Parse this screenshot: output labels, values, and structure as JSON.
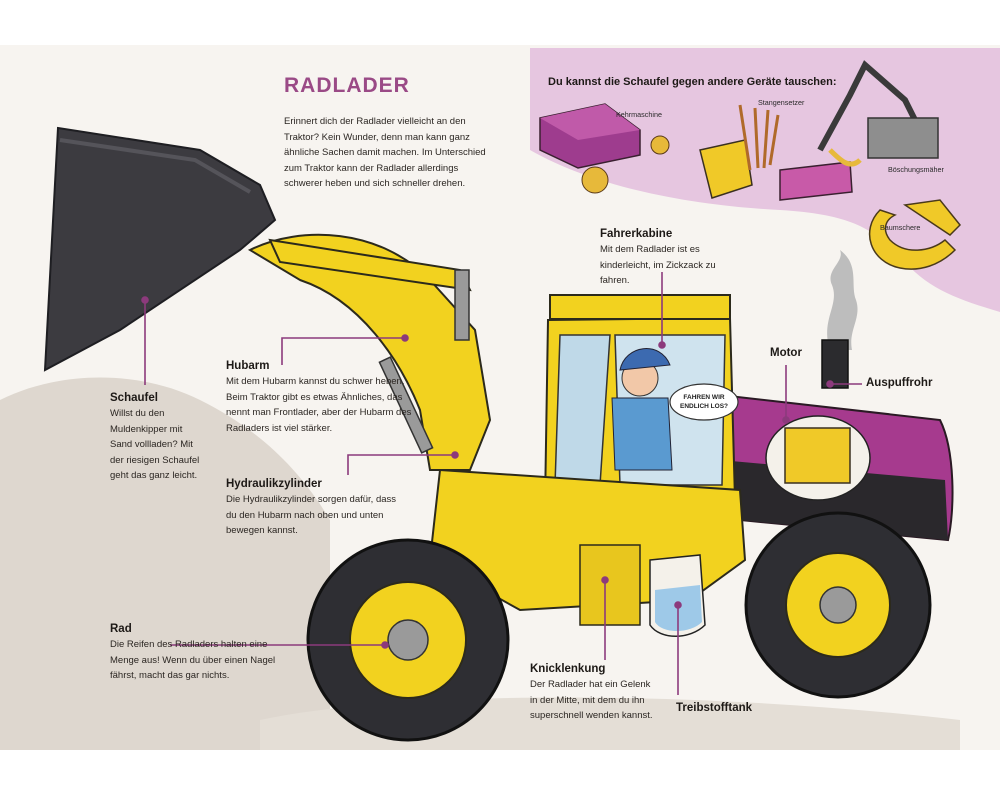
{
  "title": "RADLADER",
  "intro": "Erinnert dich der Radlader vielleicht an den Traktor? Kein Wunder, denn man kann ganz ähnliche Sachen damit machen. Im Unterschied zum Traktor kann der Radlader allerdings schwerer heben und sich schneller drehen.",
  "tools": {
    "heading": "Du kannst die Schaufel gegen andere Geräte tauschen:",
    "items": [
      "Kehrmaschine",
      "Stangensetzer",
      "Böschungsmäher",
      "Baumschere"
    ]
  },
  "labels": {
    "schaufel": {
      "name": "Schaufel",
      "text": "Willst du den Muldenkipper mit Sand vollladen? Mit der riesigen Schaufel geht das ganz leicht."
    },
    "hubarm": {
      "name": "Hubarm",
      "text": "Mit dem Hubarm kannst du schwer heben. Beim Traktor gibt es etwas Ähnliches, das nennt man Frontlader, aber der Hubarm des Radladers ist viel stärker."
    },
    "hydraulik": {
      "name": "Hydraulikzylinder",
      "text": "Die Hydraulikzylinder sorgen dafür, dass du den Hubarm nach oben und unten bewegen kannst."
    },
    "rad": {
      "name": "Rad",
      "text": "Die Reifen des Radladers halten eine Menge aus! Wenn du über einen Nagel fährst, macht das gar nichts."
    },
    "fahrerkabine": {
      "name": "Fahrerkabine",
      "text": "Mit dem Radlader ist es kinderleicht, im Zickzack zu fahren."
    },
    "motor": {
      "name": "Motor"
    },
    "auspuff": {
      "name": "Auspuffrohr"
    },
    "knick": {
      "name": "Knicklenkung",
      "text": "Der Radlader hat ein Gelenk in der Mitte, mit dem du ihn superschnell wenden kannst."
    },
    "tank": {
      "name": "Treibstofftank"
    }
  },
  "speech": "FAHREN WIR ENDLICH LOS?",
  "colors": {
    "title": "#9a4a86",
    "yellow": "#f2d21f",
    "purple": "#a63a8e",
    "pinkBand": "#e6c6e0",
    "tire": "#2e2e33",
    "leader": "#8c3a7c"
  }
}
